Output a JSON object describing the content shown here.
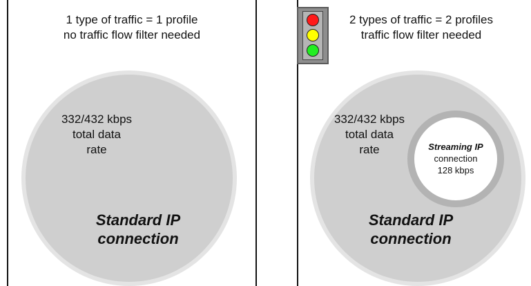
{
  "left_panel": {
    "header_line1": "1 type of traffic = 1 profile",
    "header_line2": "no traffic flow filter needed",
    "rate_line1": "332/432 kbps",
    "rate_line2": "total data",
    "rate_line3": "rate",
    "connection_line1": "Standard IP",
    "connection_line2": "connection"
  },
  "right_panel": {
    "header_line1": "2 types of traffic = 2 profiles",
    "header_line2": "traffic flow filter needed",
    "rate_line1": "332/432 kbps",
    "rate_line2": "total data",
    "rate_line3": "rate",
    "connection_line1": "Standard IP",
    "connection_line2": "connection",
    "streaming": {
      "line1": "Streaming IP",
      "line2": "connection",
      "line3": "128 kbps"
    }
  },
  "traffic_light": {
    "colors": [
      "#ff1a1a",
      "#ffff00",
      "#22ee22"
    ]
  },
  "colors": {
    "circle_fill": "#cfcfcf",
    "circle_halo": "#e4e4e4",
    "inner_ring": "#b3b3b3"
  }
}
